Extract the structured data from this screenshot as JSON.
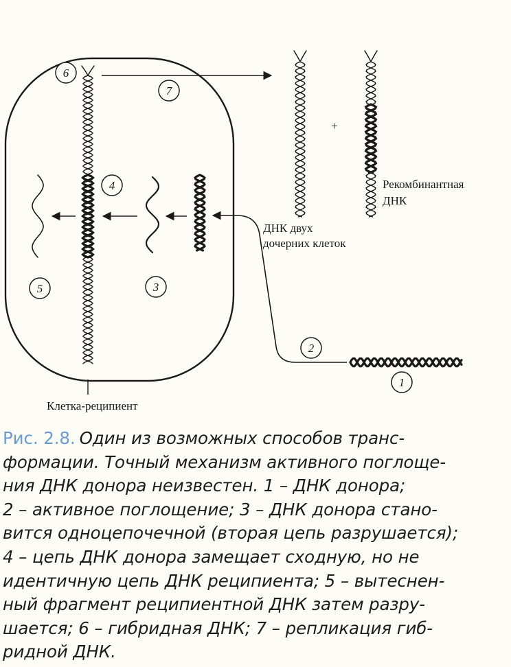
{
  "figure": {
    "labels": {
      "plus": "+",
      "recombinant": "Рекомбинантная",
      "recombinant2": "ДНК",
      "daughter1": "ДНК двух",
      "daughter2": "дочерних клеток",
      "cell": "Клетка-реципиент"
    },
    "numbers": [
      "1",
      "2",
      "3",
      "4",
      "5",
      "6",
      "7"
    ]
  },
  "caption": {
    "label": "Рис. 2.8.",
    "lines": [
      "Один из возможных способов транс-",
      "формации. Точный механизм активного поглоще-",
      "ния ДНК донора неизвестен. 1 – ДНК донора;",
      "2 – активное поглощение; 3 – ДНК донора стано-",
      "вится одноцепочечной (вторая цепь разрушается);",
      "4 – цепь ДНК донора замещает сходную, но не",
      "идентичную цепь ДНК реципиента; 5 – вытеснен-",
      "ный фрагмент реципиентной ДНК затем разру-",
      "шается; 6 – гибридная ДНК; 7 – репликация гиб-",
      "ридной ДНК."
    ]
  }
}
